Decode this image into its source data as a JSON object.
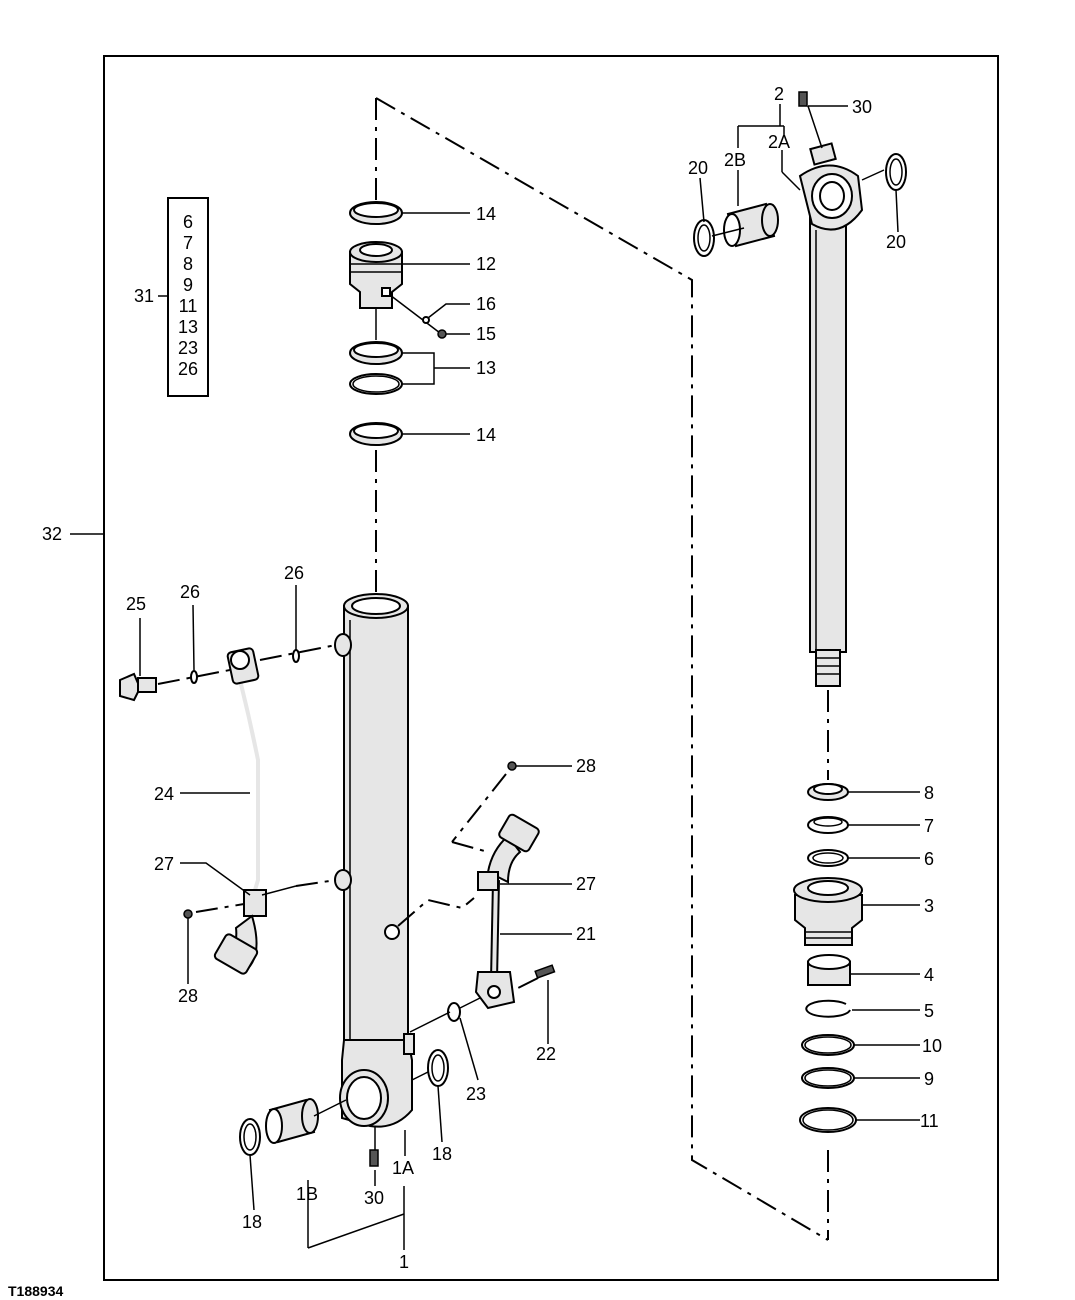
{
  "figure_id": "T188934",
  "kit_list": [
    "6",
    "7",
    "8",
    "9",
    "11",
    "13",
    "23",
    "26"
  ],
  "labels": {
    "l1": "1",
    "l1A": "1A",
    "l1B": "1B",
    "l2": "2",
    "l2A": "2A",
    "l2B": "2B",
    "l3": "3",
    "l4": "4",
    "l5": "5",
    "l6": "6",
    "l7": "7",
    "l8": "8",
    "l9": "9",
    "l10": "10",
    "l11": "11",
    "l12": "12",
    "l13": "13",
    "l14a": "14",
    "l14b": "14",
    "l15": "15",
    "l16": "16",
    "l18a": "18",
    "l18b": "18",
    "l20a": "20",
    "l20b": "20",
    "l21": "21",
    "l22": "22",
    "l23": "23",
    "l24": "24",
    "l25": "25",
    "l26a": "26",
    "l26b": "26",
    "l27a": "27",
    "l27b": "27",
    "l28a": "28",
    "l28b": "28",
    "l30a": "30",
    "l30b": "30",
    "l31": "31",
    "l32": "32"
  }
}
